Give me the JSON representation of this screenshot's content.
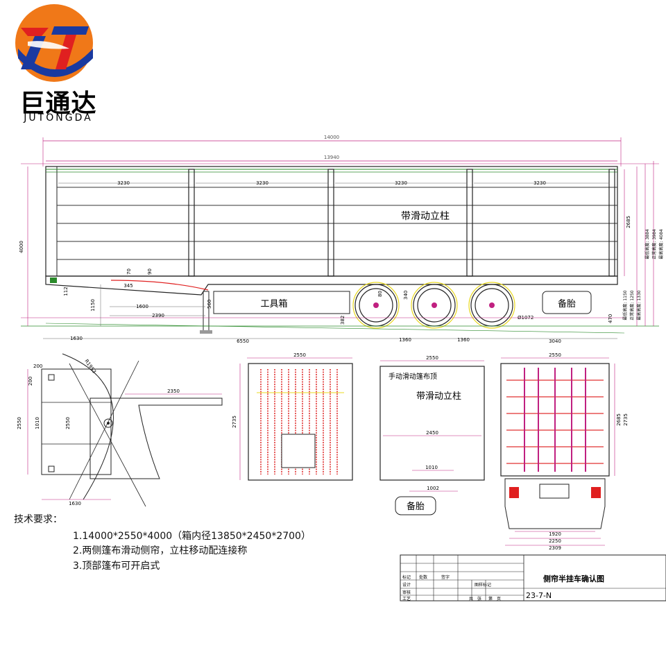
{
  "brand": {
    "name_cn": "巨通达",
    "name_en": "JUTONGDA",
    "colors": {
      "orange": "#f07818",
      "blue": "#1a3aa0",
      "red": "#e02020"
    }
  },
  "side_view": {
    "overall_length": "14000",
    "inner_length": "13940",
    "bay": [
      "3230",
      "3230",
      "3230",
      "3230"
    ],
    "height_total": "4000",
    "height_2685": "2685",
    "heights_right": [
      "最低高度: 3884",
      "正常高度: 3984",
      "最高高度: 4084"
    ],
    "floor_heights": [
      "最低高度: 1150",
      "正常高度: 1250",
      "最高高度: 1330"
    ],
    "dim_112": "112",
    "dim_345": "345",
    "dim_70": "70",
    "dim_90": "90",
    "dim_1150": "1150",
    "dim_1600": "1600",
    "dim_2390": "2390",
    "dim_560": "560",
    "dim_382": "382",
    "dim_80": "80",
    "dim_340": "340",
    "tyre_dia": "Ø1072",
    "dim_470": "470",
    "bottom": [
      "1630",
      "6550",
      "1360",
      "1360",
      "3040"
    ],
    "label_pillar": "带滑动立柱",
    "label_toolbox": "工具箱",
    "label_spare": "备胎"
  },
  "top_view": {
    "radius": "R1953",
    "dim_200a": "200",
    "dim_200b": "200",
    "width_outer": "2550",
    "width_1010": "1010",
    "width_2550": "2550",
    "dim_2350": "2350",
    "dim_1630": "1630"
  },
  "front_view": {
    "width": "2550",
    "height": "2735"
  },
  "section_view": {
    "width": "2550",
    "roof_label": "手动滑动篷布顶",
    "pillar_label": "带滑动立柱",
    "inner_width": "2450",
    "dim_1010": "1010",
    "dim_1002": "1002",
    "spare_label": "备胎"
  },
  "rear_view": {
    "width": "2550",
    "height_2685": "2685",
    "height_2735": "2735",
    "track": [
      "1920",
      "2250",
      "2309"
    ]
  },
  "requirements": {
    "title": "技术要求：",
    "items": [
      "1.14000*2550*4000（箱内径13850*2450*2700）",
      "2.两侧篷布滑动侧帘，立柱移动配连接称",
      "3.顶部篷布可开启式"
    ]
  },
  "title_block": {
    "drawing_title": "侧帘半挂车确认图",
    "drawing_no": "23-7-N",
    "cells": [
      "标记",
      "处数",
      "签字",
      "设计",
      "审核",
      "工艺",
      "图样标记",
      "共",
      "张",
      "第",
      "页"
    ]
  }
}
